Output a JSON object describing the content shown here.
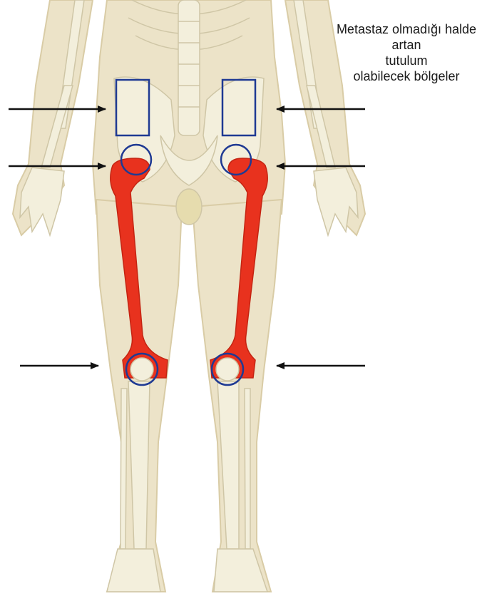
{
  "caption": {
    "lines": [
      "Metastaz olmadığı halde",
      "artan",
      "tutulum",
      "olabilecek bölgeler"
    ]
  },
  "colors": {
    "skin": "#ece3c8",
    "skin_outline": "#d9cca6",
    "bone": "#f3efdc",
    "bone_outline": "#cfc6a6",
    "femur": "#e8321e",
    "femur_dark": "#c52412",
    "marker": "#1f3a93",
    "arrow": "#111111"
  },
  "icons": {
    "pointer": "black-arrow-icon",
    "region_box": "blue-rectangle-marker",
    "region_circle": "blue-circle-marker"
  }
}
